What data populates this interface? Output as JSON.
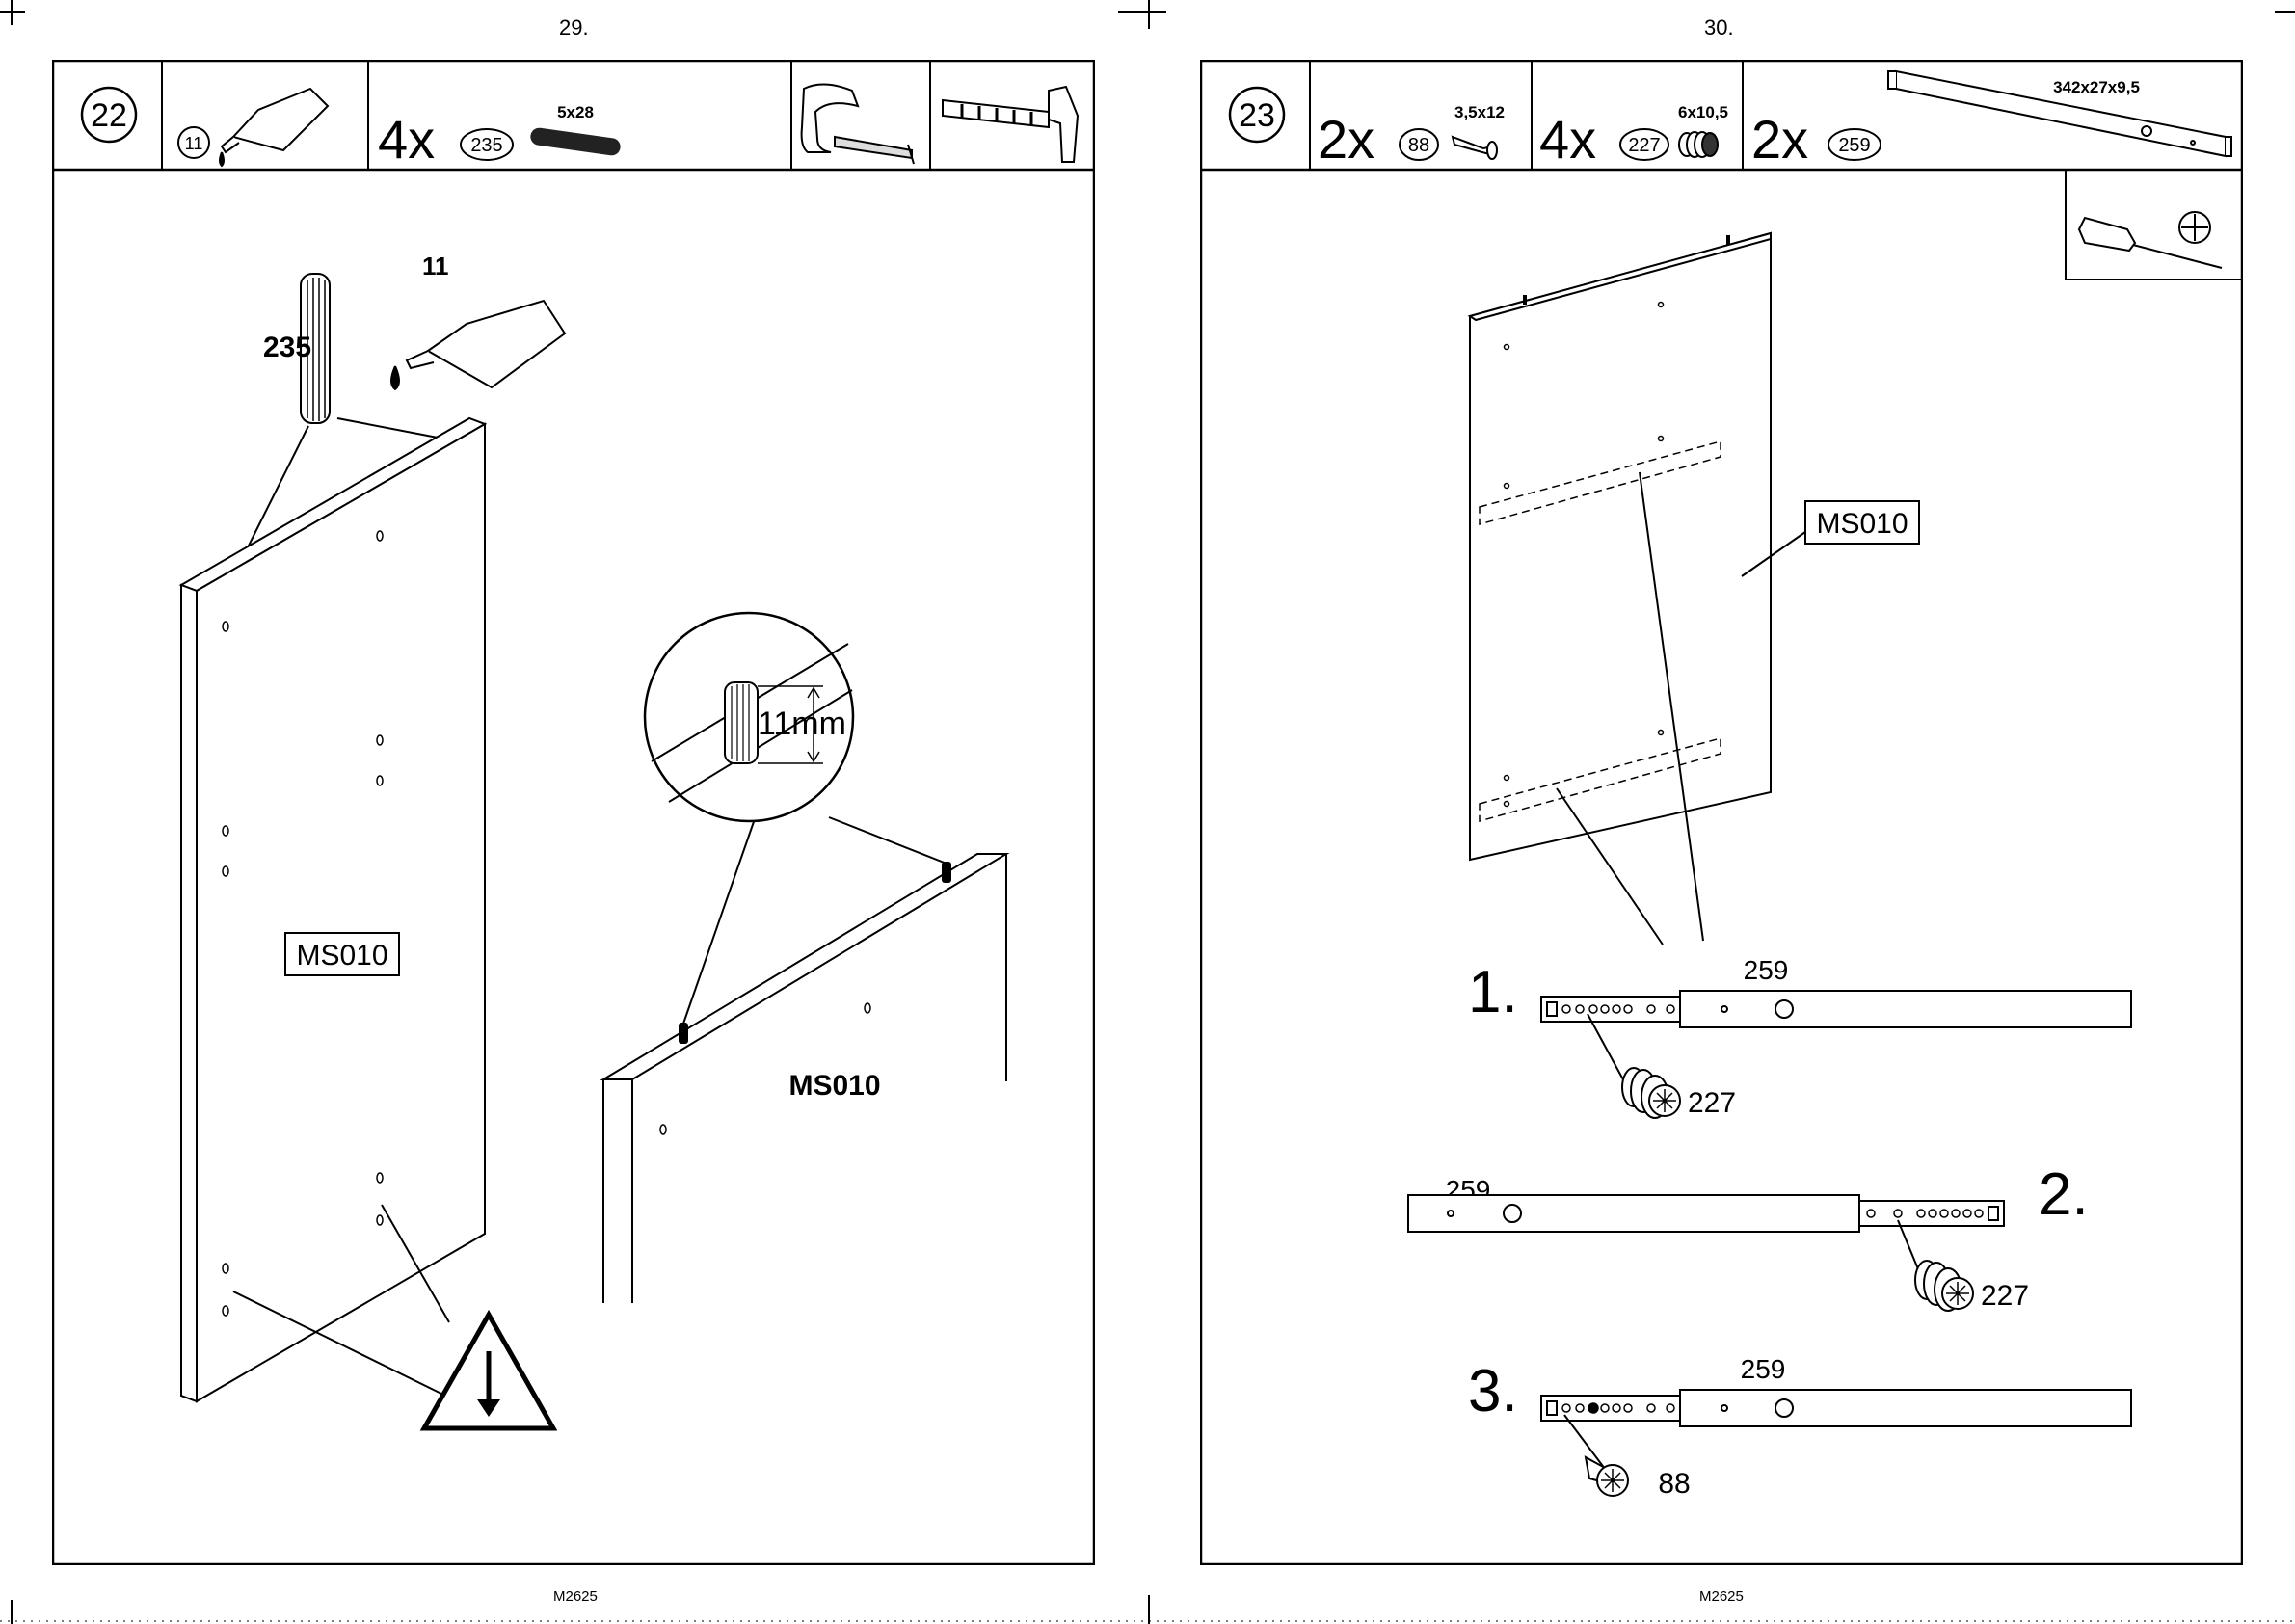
{
  "left_page": {
    "page_number": "29.",
    "footer_code": "M2625",
    "step": {
      "number": "22",
      "parts": [
        {
          "ref": "11",
          "icon": "glue-tube-icon"
        },
        {
          "qty": "4x",
          "ref": "235",
          "size": "5x28",
          "icon": "wooden-dowel-icon"
        }
      ],
      "tools": [
        "measuring-tape-icon",
        "hammer-icon"
      ]
    },
    "labels": {
      "dowel_ref": "235",
      "glue_ref": "11",
      "panel_main": "MS010",
      "panel_secondary": "MS010",
      "detail_measure": "11mm"
    }
  },
  "right_page": {
    "page_number": "30.",
    "footer_code": "M2625",
    "step": {
      "number": "23",
      "parts": [
        {
          "qty": "2x",
          "ref": "88",
          "size": "3,5x12",
          "icon": "screw-icon"
        },
        {
          "qty": "4x",
          "ref": "227",
          "size": "6x10,5",
          "icon": "euro-screw-icon"
        },
        {
          "qty": "2x",
          "ref": "259",
          "size": "342x27x9,5",
          "icon": "drawer-runner-icon"
        }
      ],
      "tools": [
        "screwdriver-icon"
      ]
    },
    "labels": {
      "panel": "MS010",
      "substeps": [
        {
          "n": "1.",
          "runner": "259",
          "screw": "227"
        },
        {
          "n": "2.",
          "runner": "259",
          "screw": "227"
        },
        {
          "n": "3.",
          "runner": "259",
          "screw": "88"
        }
      ]
    }
  }
}
